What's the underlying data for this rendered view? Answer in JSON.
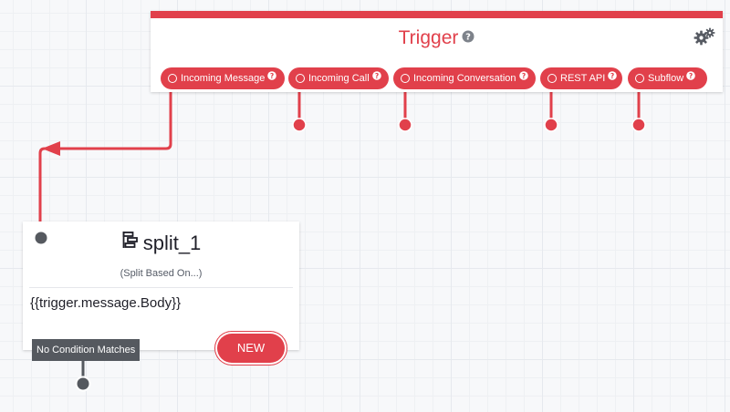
{
  "trigger": {
    "title": "Trigger",
    "pills": [
      {
        "label": "Incoming Message"
      },
      {
        "label": "Incoming Call"
      },
      {
        "label": "Incoming Conversation"
      },
      {
        "label": "REST API"
      },
      {
        "label": "Subflow"
      }
    ]
  },
  "split": {
    "name": "split_1",
    "subtitle": "(Split Based On...)",
    "expression": "{{trigger.message.Body}}",
    "no_condition_label": "No Condition Matches",
    "new_label": "NEW"
  },
  "colors": {
    "brand_red": "#e1404b",
    "node_gray": "#55595f",
    "text_dark": "#1f1f28"
  },
  "icons": {
    "settings": "gear-icon",
    "help": "help-icon",
    "split": "split-icon"
  }
}
